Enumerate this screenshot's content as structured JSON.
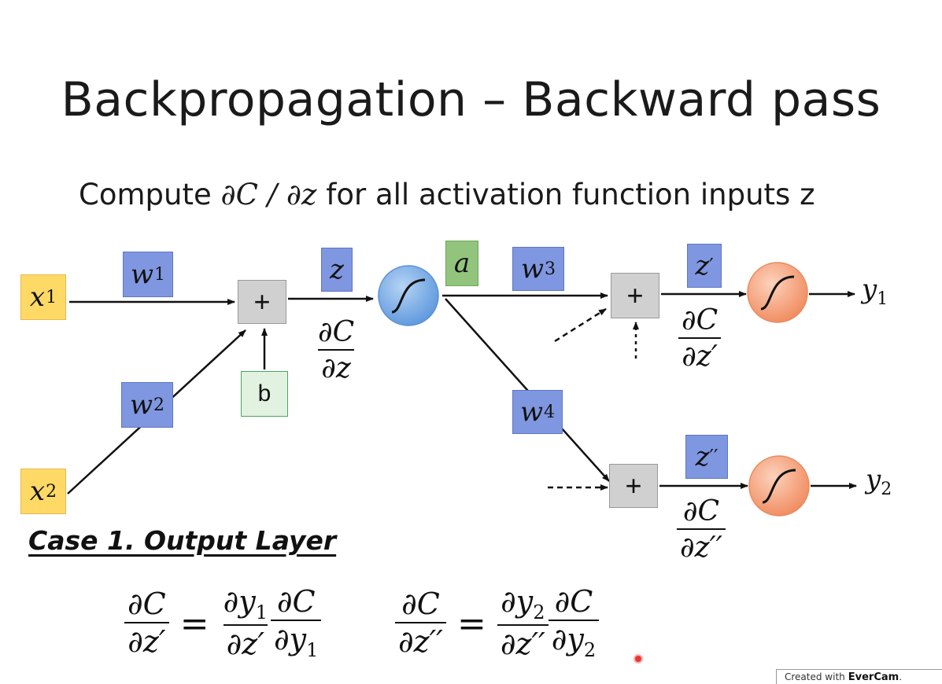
{
  "slide": {
    "title": "Backpropagation – Backward pass",
    "subtitle_prefix": "Compute ",
    "subtitle_math": "∂C / ∂z",
    "subtitle_suffix": " for all activation function inputs z"
  },
  "diagram": {
    "inputs": [
      {
        "symbol": "x",
        "index": "1"
      },
      {
        "symbol": "x",
        "index": "2"
      }
    ],
    "weights": [
      {
        "symbol": "w",
        "index": "1"
      },
      {
        "symbol": "w",
        "index": "2"
      },
      {
        "symbol": "w",
        "index": "3"
      },
      {
        "symbol": "w",
        "index": "4"
      }
    ],
    "bias": "b",
    "sum_symbol": "+",
    "z": "z",
    "a": "a",
    "z_prime": "z",
    "z_prime_mark": "′",
    "z_double": "z",
    "z_double_mark": "′′",
    "outputs": [
      {
        "symbol": "y",
        "index": "1"
      },
      {
        "symbol": "y",
        "index": "2"
      }
    ],
    "grad_z": {
      "num": "∂C",
      "den": "∂z"
    },
    "grad_zp": {
      "num": "∂C",
      "den": "∂z′"
    },
    "grad_zpp": {
      "num": "∂C",
      "den": "∂z′′"
    }
  },
  "case": {
    "heading": "Case 1. Output Layer",
    "eq1": {
      "lhs_num": "∂C",
      "lhs_den": "∂z′",
      "equals": "=",
      "f1_num": "∂y",
      "f1_num_sub": "1",
      "f1_den": "∂z′",
      "f2_num": "∂C",
      "f2_den": "∂y",
      "f2_den_sub": "1"
    },
    "eq2": {
      "lhs_num": "∂C",
      "lhs_den": "∂z′′",
      "equals": "=",
      "f1_num": "∂y",
      "f1_num_sub": "2",
      "f1_den": "∂z′′",
      "f2_num": "∂C",
      "f2_den": "∂y",
      "f2_den_sub": "2"
    }
  },
  "watermark": {
    "prefix": "Created with",
    "brand": "EverCam",
    "dot": "."
  },
  "colors": {
    "input": "#ffd966",
    "weight": "#7f96e0",
    "activation_a": "#93c47d",
    "bias": "#e2f2e0",
    "sum": "#d0d0d0",
    "sigmoid_hidden": "#7fb0e8",
    "sigmoid_output": "#f6a883"
  }
}
